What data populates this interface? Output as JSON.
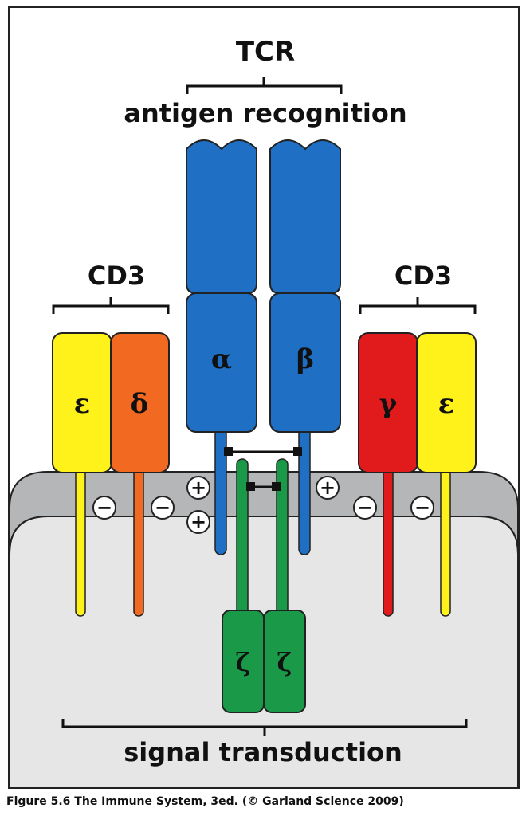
{
  "labels": {
    "tcr": "TCR",
    "antigen_recognition": "antigen recognition",
    "cd3_left": "CD3",
    "cd3_right": "CD3",
    "signal_transduction": "signal transduction"
  },
  "chains": {
    "alpha": "α",
    "beta": "β",
    "epsilon_left": "ε",
    "delta": "δ",
    "gamma": "γ",
    "epsilon_right": "ε",
    "zeta_left": "ζ",
    "zeta_right": "ζ"
  },
  "charges": {
    "plus": "+",
    "minus": "−"
  },
  "caption": "Figure 5.6 The Immune System, 3ed. (© Garland Science 2009)",
  "colors": {
    "tcr_blue": "#1f6fc4",
    "cd3_epsilon_yellow": "#fff21a",
    "cd3_delta_orange": "#f26a21",
    "cd3_gamma_red": "#e11b1b",
    "zeta_green": "#1a9a48",
    "membrane_gray": "#b5b6b8",
    "cytoplasm_gray": "#e6e6e7"
  }
}
